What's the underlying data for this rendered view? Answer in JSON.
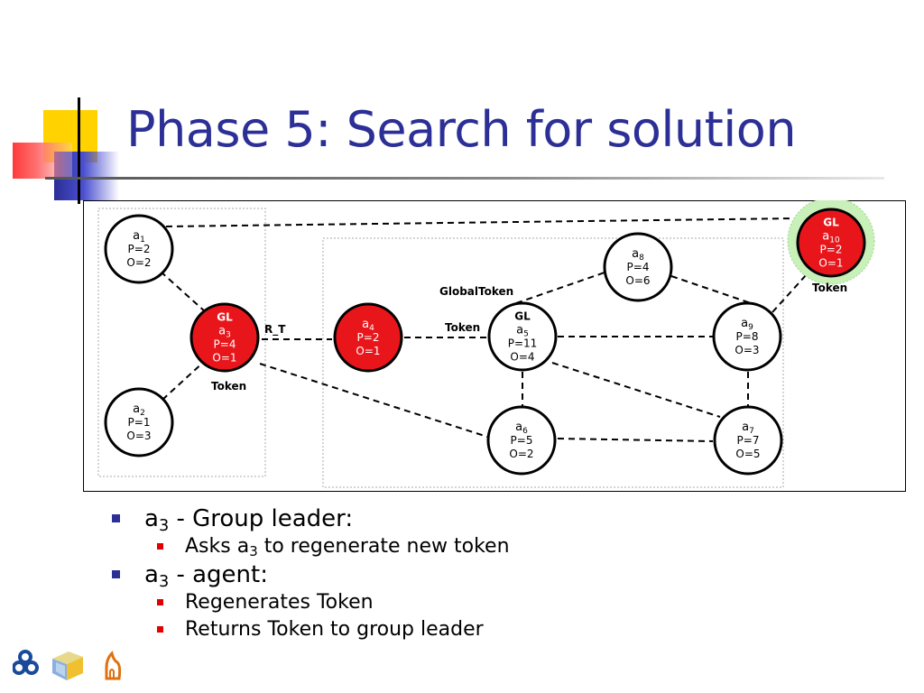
{
  "slide": {
    "title": "Phase 5: Search for solution"
  },
  "diagram": {
    "nodes": [
      {
        "id": "a1",
        "sub": "1",
        "lines": [
          "P=2",
          "O=2"
        ],
        "leader": false
      },
      {
        "id": "a2",
        "sub": "2",
        "lines": [
          "P=1",
          "O=3"
        ],
        "leader": false
      },
      {
        "id": "a3",
        "sub": "3",
        "lines": [
          "P=4",
          "O=1"
        ],
        "leader": true,
        "gl": "GL"
      },
      {
        "id": "a4",
        "sub": "4",
        "lines": [
          "P=2",
          "O=1"
        ],
        "leader": false,
        "red": true
      },
      {
        "id": "a5",
        "sub": "5",
        "lines": [
          "P=11",
          "O=4"
        ],
        "leader": false,
        "gl": "GL"
      },
      {
        "id": "a6",
        "sub": "6",
        "lines": [
          "P=5",
          "O=2"
        ],
        "leader": false
      },
      {
        "id": "a7",
        "sub": "7",
        "lines": [
          "P=7",
          "O=5"
        ],
        "leader": false
      },
      {
        "id": "a8",
        "sub": "8",
        "lines": [
          "P=4",
          "O=6"
        ],
        "leader": false
      },
      {
        "id": "a9",
        "sub": "9",
        "lines": [
          "P=8",
          "O=3"
        ],
        "leader": false
      },
      {
        "id": "a10",
        "sub": "10",
        "lines": [
          "P=2",
          "O=1"
        ],
        "leader": true,
        "gl": "GL",
        "halo": true
      }
    ],
    "labels": {
      "token_a3": "Token",
      "rt": "R_T",
      "global_token": "GlobalToken",
      "token_a5": "Token",
      "token_a10": "Token"
    },
    "colors": {
      "leader_fill": "#e8161b",
      "halo_fill": "#c8f0b8",
      "title": "#2b2f96"
    }
  },
  "bullets": [
    {
      "prefix": "a",
      "sub": "3",
      "text": " - Group leader:",
      "children": [
        {
          "prefix": "Asks a",
          "sub": "3",
          "text": " to regenerate new token"
        }
      ]
    },
    {
      "prefix": "a",
      "sub": "3",
      "text": " - agent:",
      "children": [
        {
          "prefix": "Regenerates Token",
          "sub": "",
          "text": ""
        },
        {
          "prefix": "Returns Token to group leader",
          "sub": "",
          "text": ""
        }
      ]
    }
  ]
}
